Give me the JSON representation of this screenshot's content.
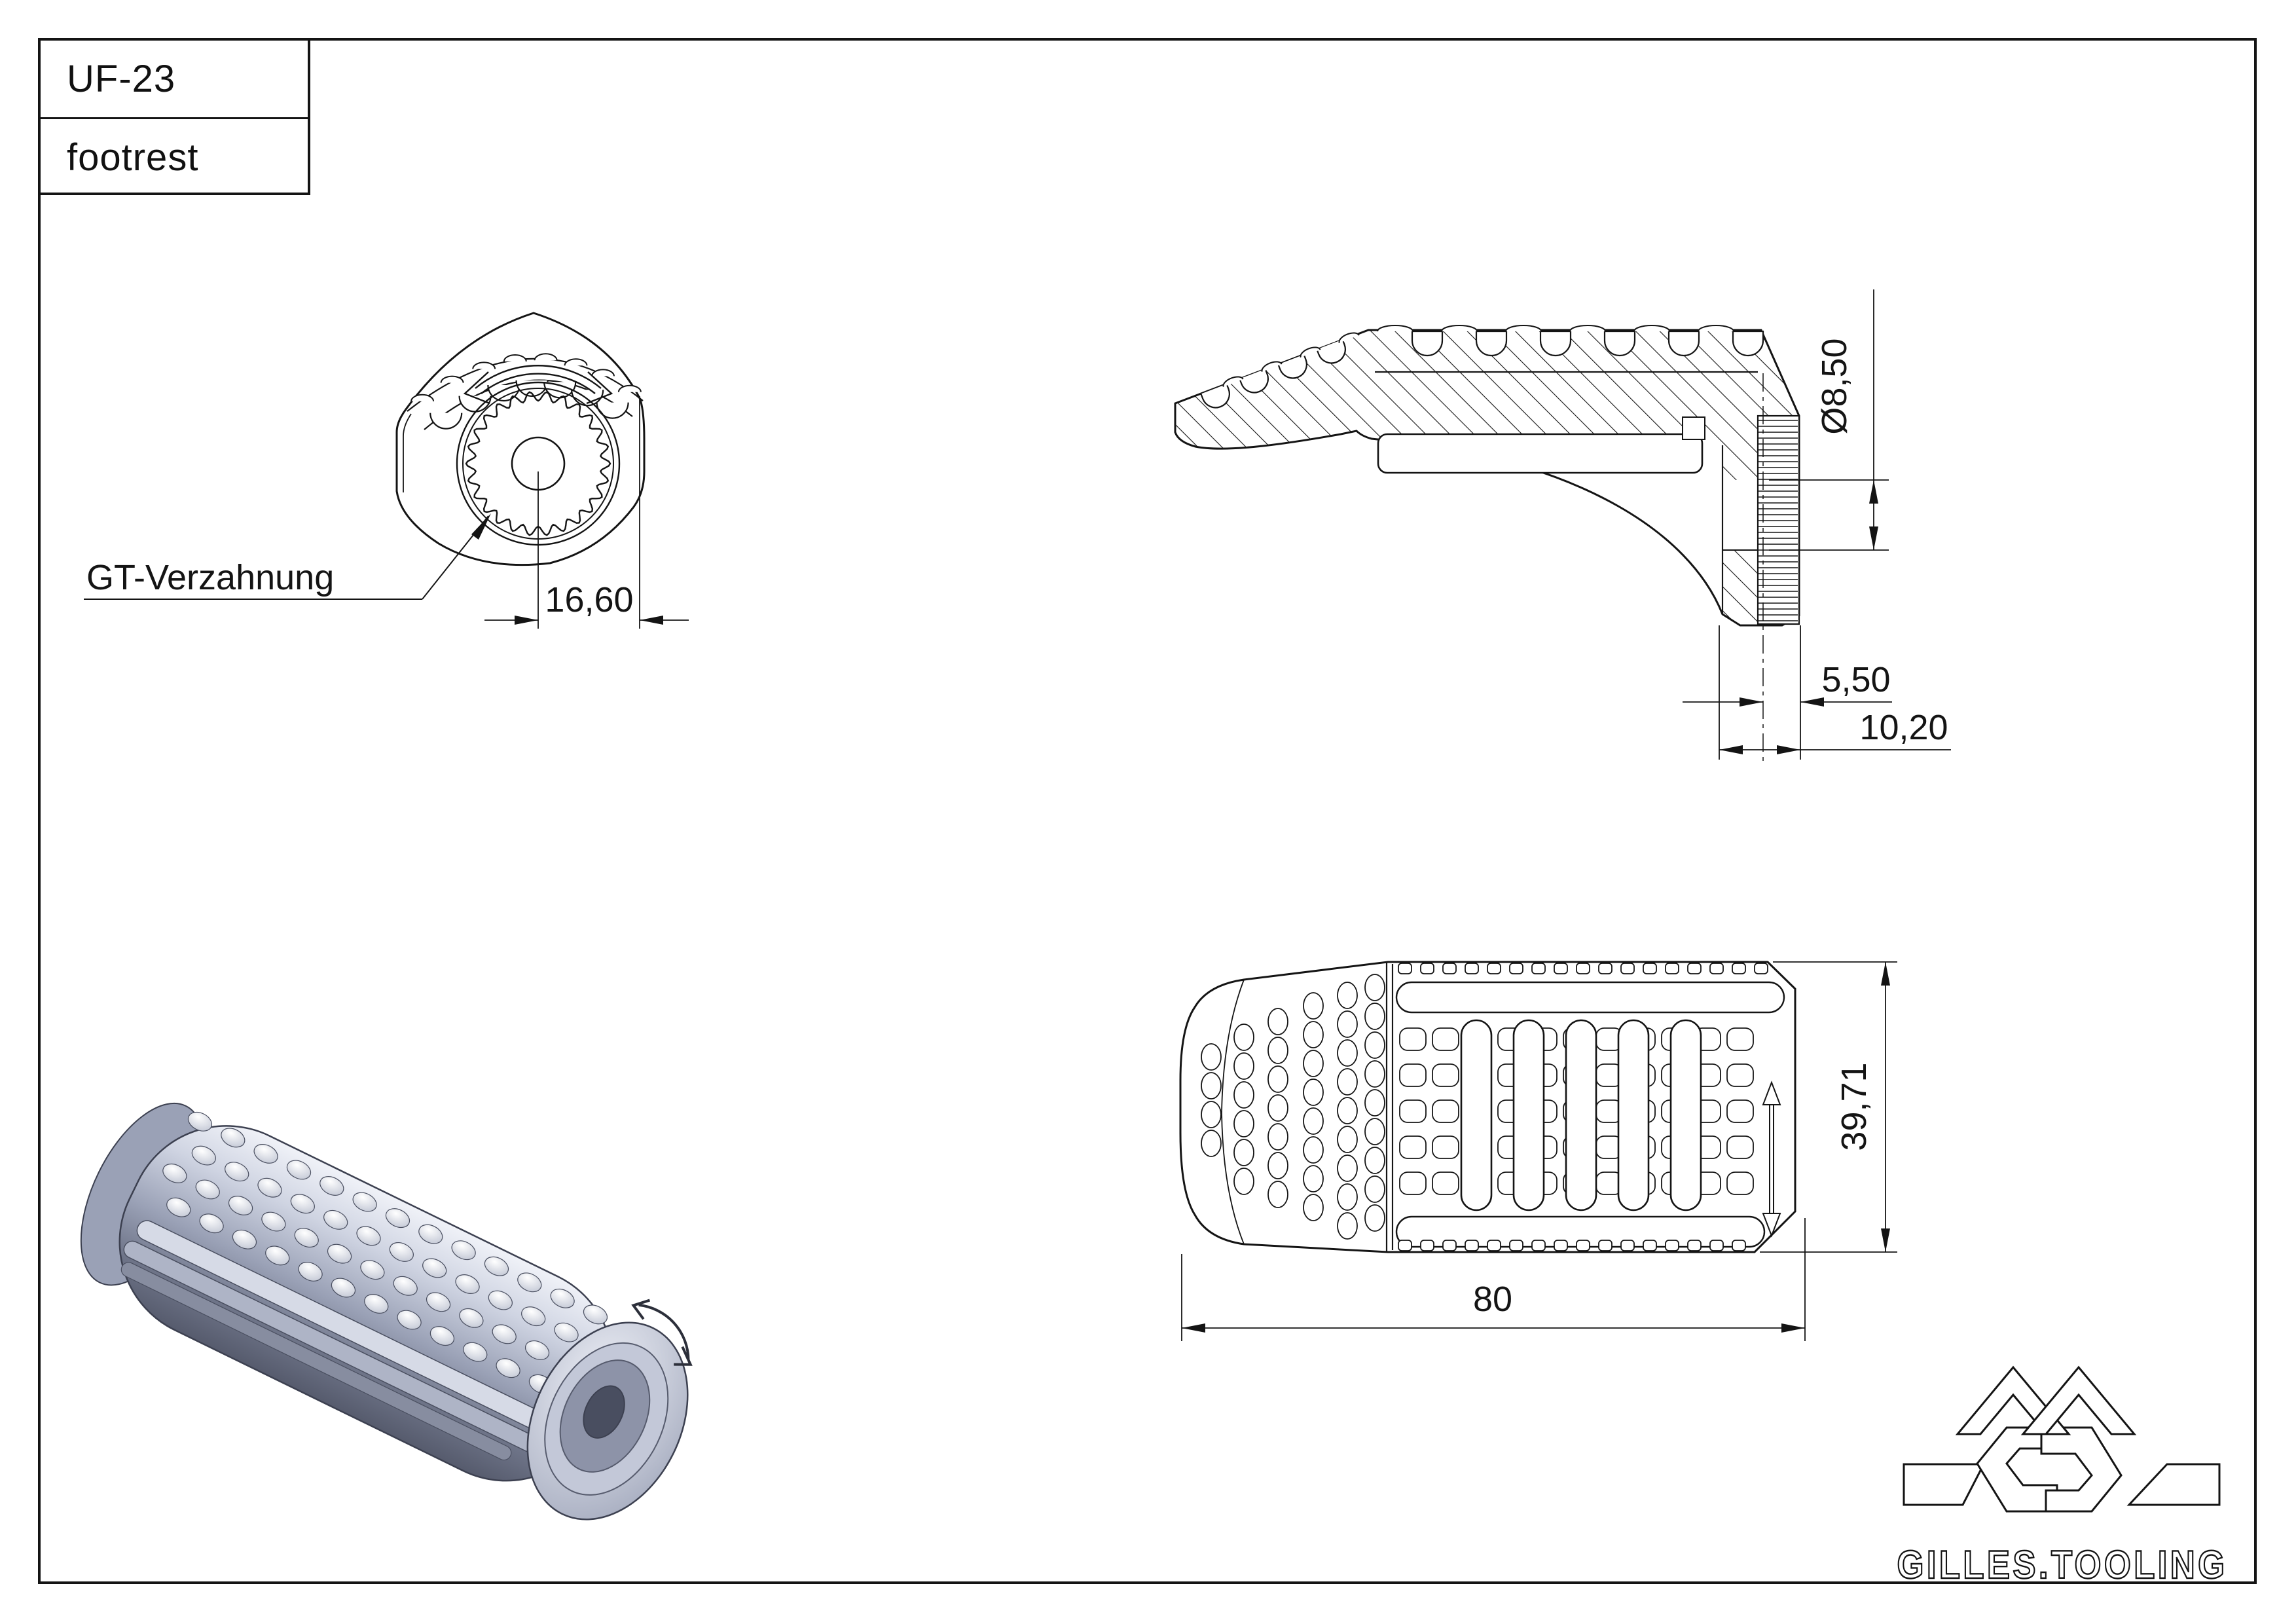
{
  "title_block": {
    "part_number": "UF-23",
    "part_name": "footrest"
  },
  "front_view": {
    "label_spline": "GT-Verzahnung",
    "dim_width": "16,60"
  },
  "side_view": {
    "dim_diameter": "Ø8,50",
    "dim_knurl_width": "5,50",
    "dim_shaft_length": "10,20"
  },
  "top_view": {
    "dim_height": "39,71",
    "dim_length": "80"
  },
  "logo": {
    "brand": "GILLES.TOOLING"
  },
  "colors": {
    "line": "#141414",
    "paper": "#ffffff",
    "metal_light": "#eef0f7",
    "metal_mid": "#9aa1b6",
    "metal_dark": "#565b6d"
  }
}
